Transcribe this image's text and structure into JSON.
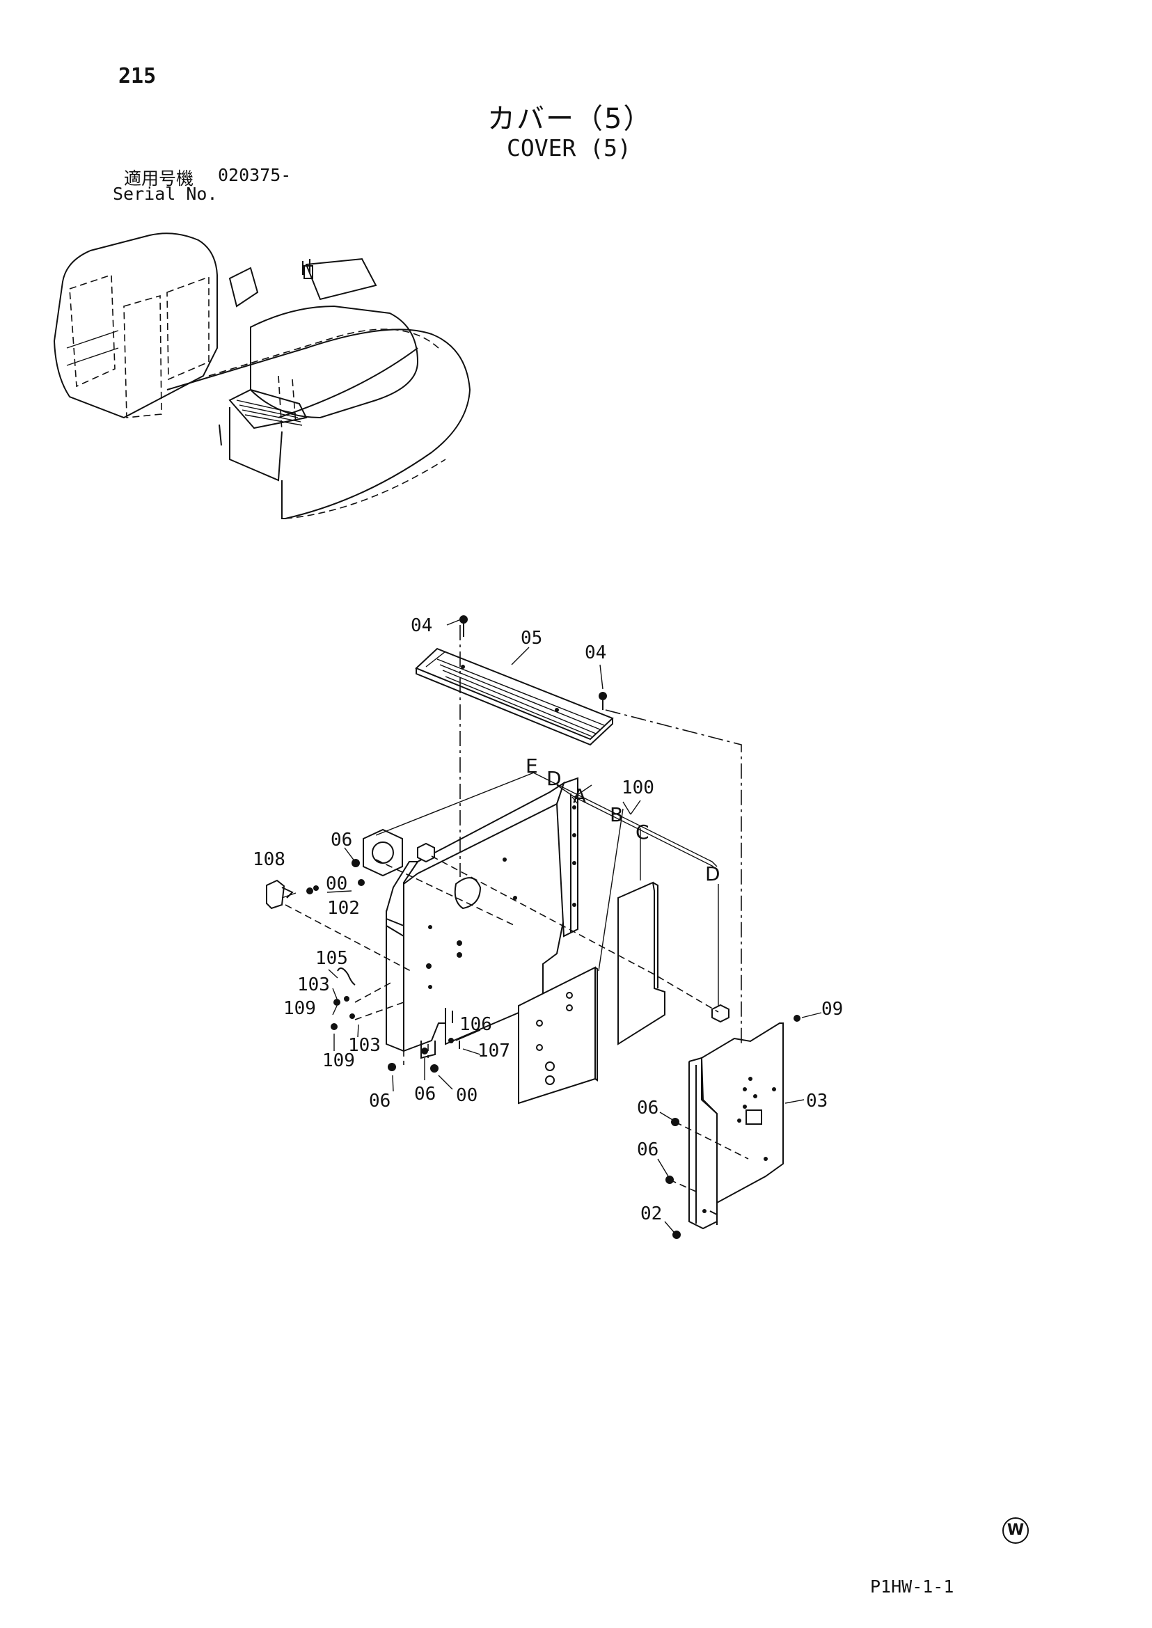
{
  "page": {
    "number": "215",
    "title_jp": "カバー（5）",
    "title_en": "COVER (5)",
    "serial_label_jp": "適用号機",
    "serial_value": "020375-",
    "serial_label_en": "Serial No.",
    "drawing_code": "P1HW-1-1",
    "corner_mark": "W"
  },
  "callouts": {
    "c04a": "04",
    "c05": "05",
    "c04b": "04",
    "cE": "E",
    "cD1": "D",
    "cA": "A",
    "c100": "100",
    "cB": "B",
    "cC": "C",
    "cD2": "D",
    "c06a": "06",
    "c108": "108",
    "c00a": "00",
    "c102": "102",
    "c105": "105",
    "c103a": "103",
    "c109a": "109",
    "c103b": "103",
    "c109b": "109",
    "c106": "106",
    "c107": "107",
    "c06b": "06",
    "c06c": "06",
    "c00b": "00",
    "c09": "09",
    "c03": "03",
    "c06d": "06",
    "c06e": "06",
    "c02": "02"
  },
  "icons": {
    "excavator": "excavator-overview-illustration",
    "exploded": "cover-exploded-view"
  }
}
